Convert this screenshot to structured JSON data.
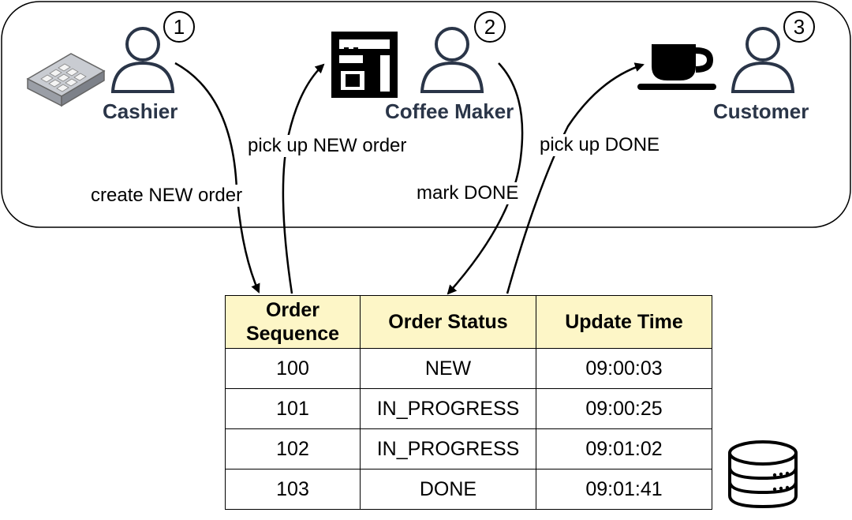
{
  "actors": [
    {
      "name": "Cashier",
      "step": "1"
    },
    {
      "name": "Coffee Maker",
      "step": "2"
    },
    {
      "name": "Customer",
      "step": "3"
    }
  ],
  "arrows": {
    "create_new_order": "create NEW order",
    "pick_up_new_order": "pick up NEW order",
    "mark_done": "mark DONE",
    "pick_up_done": "pick up DONE"
  },
  "icons": {
    "cashier_device": "cash-register-icon",
    "actor": "person-icon",
    "coffee_machine": "coffee-machine-icon",
    "coffee_cup": "coffee-cup-icon",
    "database": "database-icon"
  },
  "table": {
    "headers": [
      "Order Sequence",
      "Order Status",
      "Update Time"
    ],
    "header_lines": [
      [
        "Order",
        "Sequence"
      ],
      [
        "Order Status"
      ],
      [
        "Update Time"
      ]
    ],
    "rows": [
      [
        "100",
        "NEW",
        "09:00:03"
      ],
      [
        "101",
        "IN_PROGRESS",
        "09:00:25"
      ],
      [
        "102",
        "IN_PROGRESS",
        "09:01:02"
      ],
      [
        "103",
        "DONE",
        "09:01:41"
      ]
    ]
  },
  "colors": {
    "header_bg": "#fdf6c7",
    "actor_label": "#2a3548"
  }
}
